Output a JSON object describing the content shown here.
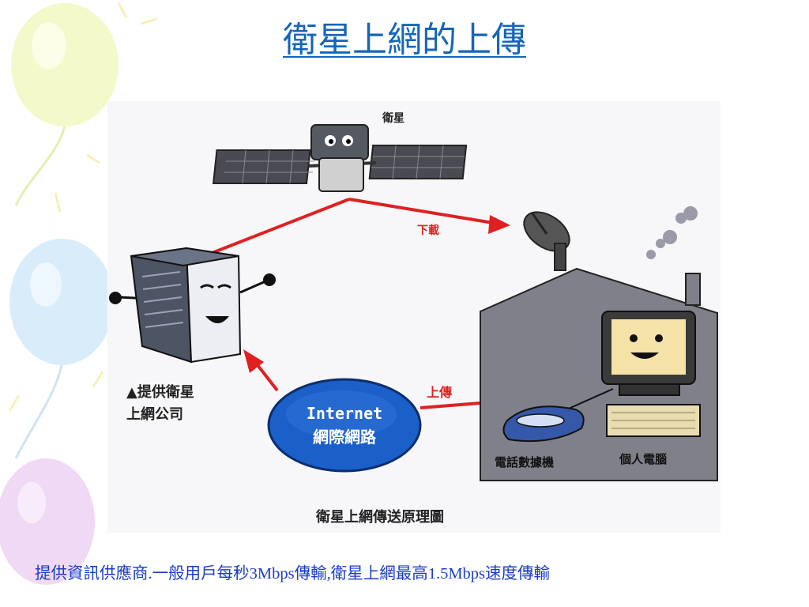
{
  "title": "衛星上網的上傳",
  "diagram": {
    "satellite_label": "衛星",
    "download_label": "下載",
    "upload_label": "上傳",
    "provider_label_line1": "▲提供衛星",
    "provider_label_line2": "上網公司",
    "internet_label_en": "Internet",
    "internet_label_zh": "網際網路",
    "modem_label": "電話數據機",
    "pc_label": "個人電腦",
    "figure_caption": "衛星上網傳送原理圖"
  },
  "caption": "提供資訊供應商.一般用戶每秒3Mbps傳輸,衛星上網最高1.5Mbps速度傳輸",
  "colors": {
    "title": "#1565b8",
    "caption": "#1a3cc8",
    "arrow": "#e02020",
    "internet_oval": "#1b5fc9"
  }
}
